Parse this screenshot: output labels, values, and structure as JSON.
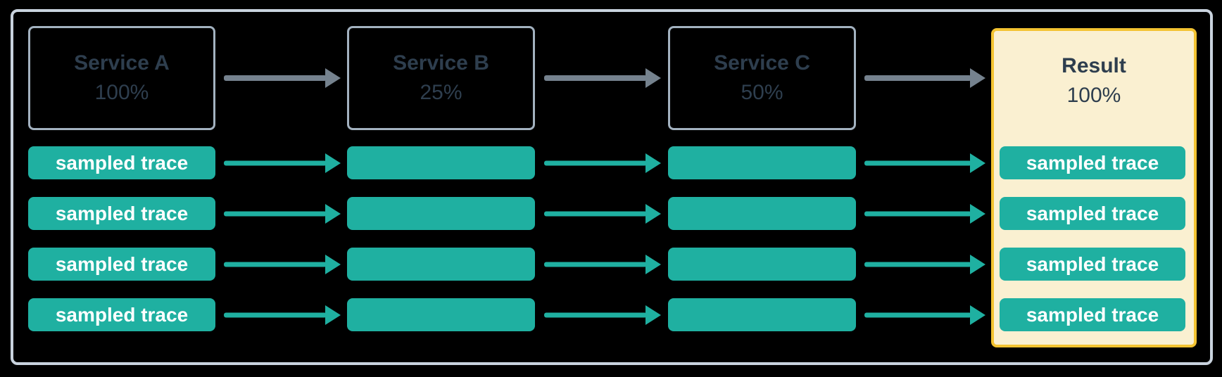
{
  "diagram": {
    "description_rows": 4,
    "trace_label": "sampled trace"
  },
  "columns": [
    {
      "id": "service-a",
      "title": "Service A",
      "percent": "100%",
      "traces": [
        "sampled trace",
        "sampled trace",
        "sampled trace",
        "sampled trace"
      ]
    },
    {
      "id": "service-b",
      "title": "Service B",
      "percent": "25%",
      "traces": [
        "",
        "",
        "",
        ""
      ]
    },
    {
      "id": "service-c",
      "title": "Service C",
      "percent": "50%",
      "traces": [
        "",
        "",
        "",
        ""
      ]
    },
    {
      "id": "result",
      "title": "Result",
      "percent": "100%",
      "traces": [
        "sampled trace",
        "sampled trace",
        "sampled trace",
        "sampled trace"
      ]
    }
  ],
  "colors": {
    "background": "#000000",
    "outer_border": "#C9D3DE",
    "service_box_border": "#A3B2C0",
    "text_dark": "#2E3E4E",
    "trace_teal": "#1FB0A1",
    "trace_text": "#FFFFFF",
    "flow_arrow_slate": "#75828E",
    "result_background": "#FAF0D1",
    "result_border": "#F3C331"
  }
}
